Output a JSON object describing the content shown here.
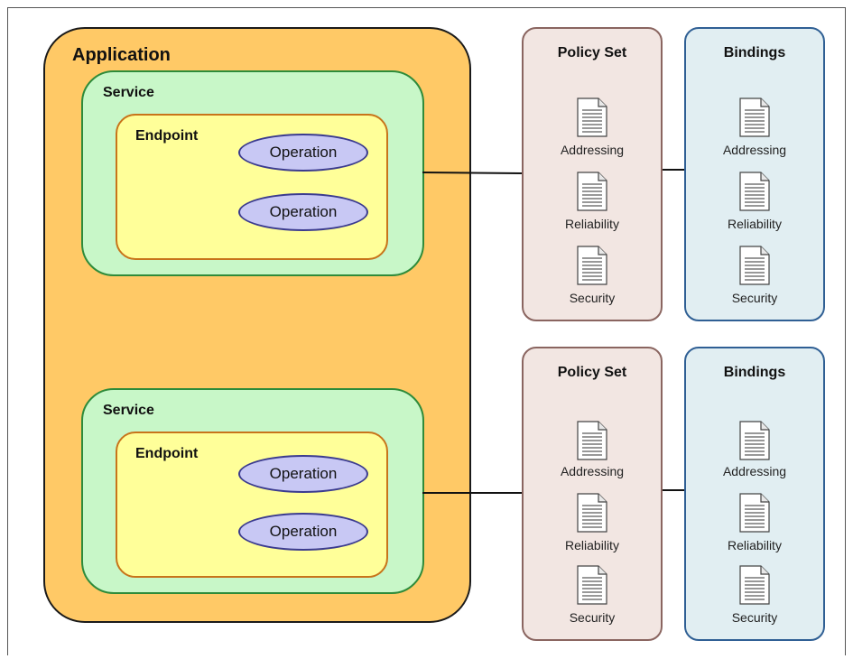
{
  "application": {
    "label": "Application",
    "services": [
      {
        "label": "Service",
        "endpoint": {
          "label": "Endpoint",
          "operations": [
            "Operation",
            "Operation"
          ]
        }
      },
      {
        "label": "Service",
        "endpoint": {
          "label": "Endpoint",
          "operations": [
            "Operation",
            "Operation"
          ]
        }
      }
    ]
  },
  "attachments": [
    {
      "policy_set": {
        "title": "Policy Set",
        "items": [
          "Addressing",
          "Reliability",
          "Security"
        ]
      },
      "bindings": {
        "title": "Bindings",
        "items": [
          "Addressing",
          "Reliability",
          "Security"
        ]
      }
    },
    {
      "policy_set": {
        "title": "Policy Set",
        "items": [
          "Addressing",
          "Reliability",
          "Security"
        ]
      },
      "bindings": {
        "title": "Bindings",
        "items": [
          "Addressing",
          "Reliability",
          "Security"
        ]
      }
    }
  ],
  "colors": {
    "application_fill": "#ffc966",
    "service_fill": "#c8f7c8",
    "endpoint_fill": "#ffff99",
    "operation_fill": "#c8c8f4",
    "policy_fill": "#f2e6e2",
    "bindings_fill": "#e1eef2"
  },
  "icons": {
    "document": "document-icon"
  }
}
